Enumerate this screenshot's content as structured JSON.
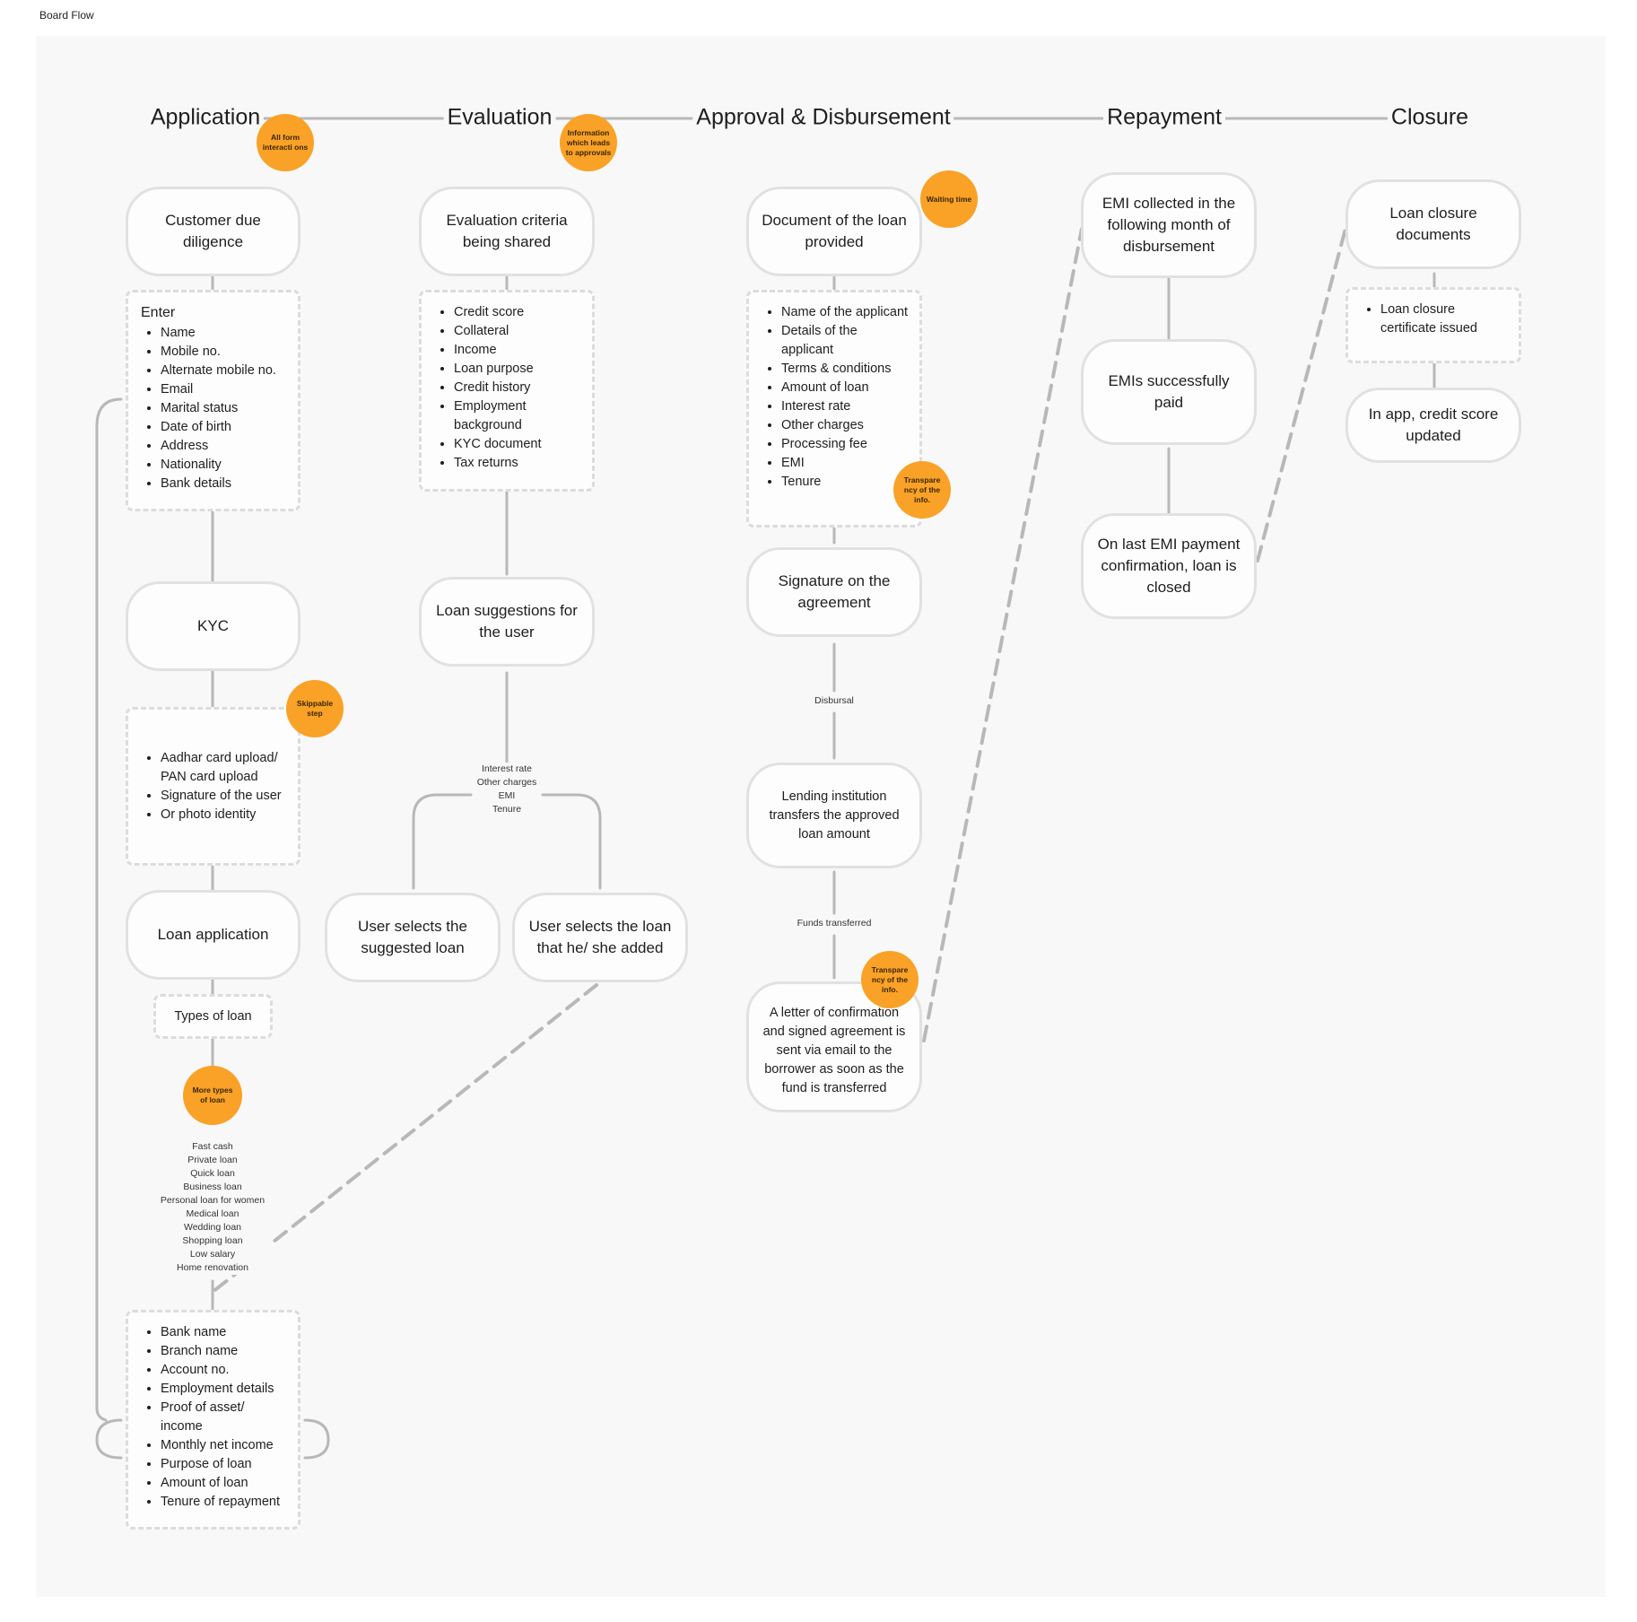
{
  "frame": {
    "label": "Board Flow"
  },
  "stages": [
    {
      "id": "application",
      "label": "Application"
    },
    {
      "id": "evaluation",
      "label": "Evaluation"
    },
    {
      "id": "approval",
      "label": "Approval & Disbursement"
    },
    {
      "id": "repayment",
      "label": "Repayment"
    },
    {
      "id": "closure",
      "label": "Closure"
    }
  ],
  "application": {
    "due_diligence": "Customer due diligence",
    "enter_box": {
      "lead": "Enter",
      "items": [
        "Name",
        "Mobile no.",
        "Alternate mobile no.",
        "Email",
        "Marital status",
        "Date of birth",
        "Address",
        "Nationality",
        "Bank details"
      ]
    },
    "kyc": "KYC",
    "kyc_box": {
      "items": [
        "Aadhar card upload/ PAN card upload",
        "Signature of the user",
        "Or photo identity"
      ]
    },
    "loan_application": "Loan application",
    "types_of_loan": "Types of loan",
    "loan_types": [
      "Fast cash",
      "Private loan",
      "Quick loan",
      "Business loan",
      "Personal loan for women",
      "Medical loan",
      "Wedding loan",
      "Shopping loan",
      "Low salary",
      "Home renovation"
    ],
    "bank_box": {
      "items": [
        "Bank name",
        "Branch name",
        "Account no.",
        "Employment details",
        "Proof of asset/ income",
        "Monthly net income",
        "Purpose of loan",
        "Amount of loan",
        "Tenure of repayment"
      ]
    }
  },
  "evaluation": {
    "criteria": "Evaluation criteria being shared",
    "criteria_box": {
      "items": [
        "Credit score",
        "Collateral",
        "Income",
        "Loan purpose",
        "Credit history",
        "Employment background",
        "KYC document",
        "Tax returns"
      ]
    },
    "suggestions": "Loan suggestions for the user",
    "suggestion_note": [
      "Interest rate",
      "Other charges",
      "EMI",
      "Tenure"
    ],
    "select_suggested": "User selects the suggested loan",
    "select_added": "User selects the loan that he/ she added"
  },
  "approval": {
    "document": "Document of the loan provided",
    "document_box": {
      "items": [
        "Name of the applicant",
        "Details of the applicant",
        "Terms & conditions",
        "Amount of loan",
        "Interest rate",
        "Other charges",
        "Processing fee",
        "EMI",
        "Tenure"
      ]
    },
    "signature": "Signature on the agreement",
    "disbursal_label": "Disbursal",
    "transfer": "Lending institution transfers the approved loan amount",
    "funds_label": "Funds transferred",
    "confirmation": "A letter of confirmation and signed agreement is sent via email to the borrower as soon as the fund is transferred"
  },
  "repayment": {
    "emi_collected": "EMI collected in the following month of disbursement",
    "emis_paid": "EMIs successfully paid",
    "last_emi": "On last EMI payment confirmation, loan is closed"
  },
  "closure": {
    "documents": "Loan closure documents",
    "documents_box": {
      "items": [
        "Loan closure certificate issued"
      ]
    },
    "credit_score": "In app, credit score updated"
  },
  "stickies": {
    "form_interactions": "All form interacti ons",
    "approvals_info": "Information which leads to approvals",
    "waiting_time": "Waiting time",
    "transparency_1": "Transpare ncy of the info.",
    "skippable": "Skippable step",
    "more_types": "More types of loan",
    "transparency_2": "Transpare ncy of the info."
  },
  "colors": {
    "sticky": "#f9a227",
    "connector": "#b8b8b8",
    "board": "#f8f8f8",
    "node_border": "#e1e1e1"
  }
}
